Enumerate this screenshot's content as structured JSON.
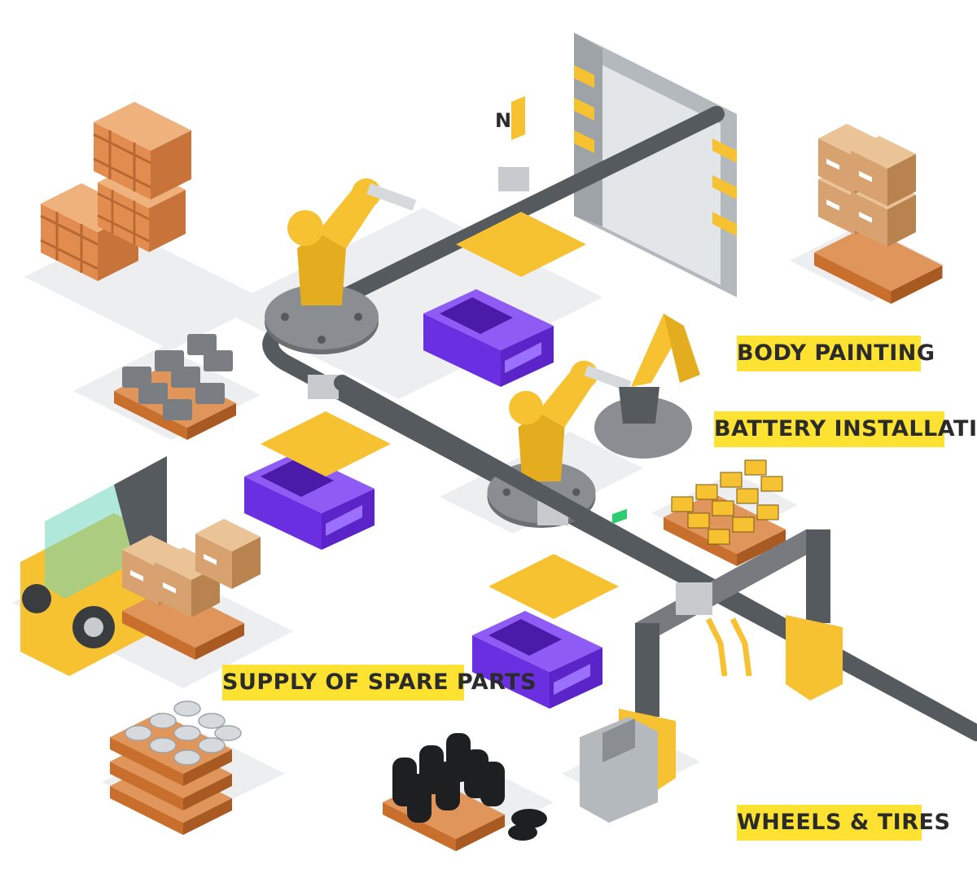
{
  "labels": {
    "body_painting": "BODY PAINTING",
    "battery_installation": "BATTERY INSTALLATION",
    "supply_spare_parts": "SUPPLY OF SPARE PARTS",
    "wheels_tires": "WHEELS & TIRES"
  },
  "sign_letter": "N",
  "colors": {
    "label_bg": "#fde232",
    "label_text": "#2b2b2b",
    "robot_yellow": "#f6c232",
    "car_purple": "#7a3ff0",
    "conveyor_gray": "#555a5e",
    "crate_wood": "#e9a163",
    "box_cardboard": "#d9a877",
    "floor_shadow": "#e6e8ea"
  },
  "icons": [
    "robot-arm-icon",
    "car-body-icon",
    "forklift-icon",
    "crate-icon",
    "cardboard-box-icon",
    "engine-pallet-icon",
    "battery-pallet-icon",
    "wheel-rims-icon",
    "tires-icon",
    "gantry-icon",
    "control-terminal-icon",
    "paint-booth-icon"
  ]
}
